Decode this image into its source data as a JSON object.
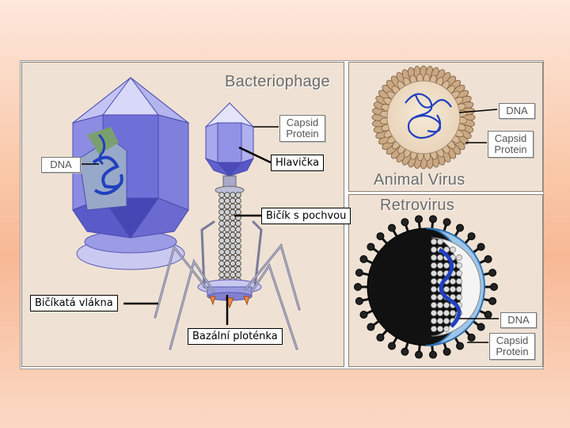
{
  "titles": {
    "bacteriophage": "Bacteriophage",
    "animal_virus": "Animal Virus",
    "retrovirus": "Retrovirus"
  },
  "labels_en": {
    "dna_bact": "DNA",
    "capsid_bact_1": "Capsid",
    "capsid_bact_2": "Protein",
    "dna_animal": "DNA",
    "capsid_animal_1": "Capsid",
    "capsid_animal_2": "Protein",
    "dna_retro": "DNA",
    "capsid_retro_1": "Capsid",
    "capsid_retro_2": "Protein"
  },
  "labels_cz": {
    "head": "Hlavička",
    "tail": "Bičík s pochvou",
    "fibers": "Bičíkatá vlákna",
    "baseplate": "Bazální ploténka"
  },
  "colors": {
    "capsid_light": "#b8b8f0",
    "capsid_mid": "#7c7ce0",
    "capsid_dark": "#4a4ab8",
    "dna": "#2040c0",
    "panel_bg": "#efe2d4"
  }
}
